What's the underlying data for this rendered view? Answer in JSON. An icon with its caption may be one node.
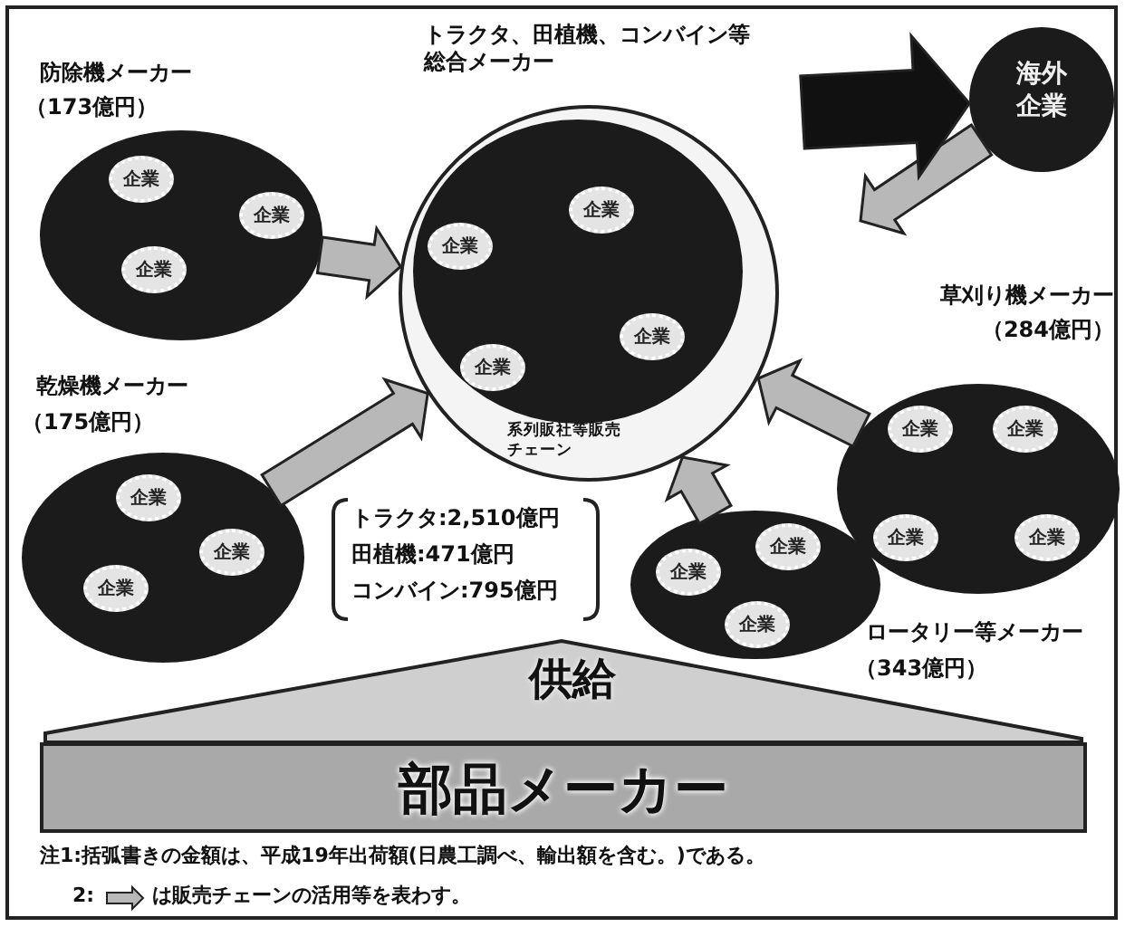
{
  "diagram": {
    "nodes": [
      {
        "text": [
          "防除機メーカー",
          "（173億円）"
        ]
      },
      {
        "text": [
          "企業"
        ],
        "in": 0
      },
      {
        "text": [
          "企業"
        ],
        "in": 0
      },
      {
        "text": [
          "企業"
        ],
        "in": 0
      },
      {
        "text": [
          "トラクタ、田植機、コンバイン等総合メーカー",
          "系列販社等販売チェーン"
        ]
      },
      {
        "text": [],
        "shape": "circle",
        "in": 4
      },
      {
        "text": [
          "企業"
        ],
        "in": 5
      },
      {
        "text": [
          "企業"
        ],
        "in": 5
      },
      {
        "text": [
          "企業"
        ],
        "in": 5
      },
      {
        "text": [
          "企業"
        ],
        "in": 5
      },
      {
        "text": [
          "海外企業"
        ]
      },
      {
        "text": [
          "乾燥機メーカー",
          "（175億円）"
        ]
      },
      {
        "text": [
          "企業"
        ],
        "in": 11
      },
      {
        "text": [
          "企業"
        ],
        "in": 11
      },
      {
        "text": [
          "企業"
        ],
        "in": 11
      },
      {
        "text": [
          "草刈り機メーカー",
          "（284億円）"
        ]
      },
      {
        "text": [
          "企業"
        ],
        "in": 15
      },
      {
        "text": [
          "企業"
        ],
        "in": 15
      },
      {
        "text": [
          "企業"
        ],
        "in": 15
      },
      {
        "text": [
          "企業"
        ],
        "in": 15
      },
      {
        "text": [
          "ロータリー等メーカー",
          "（343億円）"
        ]
      },
      {
        "text": [
          "企業"
        ],
        "in": 20
      },
      {
        "text": [
          "企業"
        ],
        "in": 20
      },
      {
        "text": [
          "企業"
        ],
        "in": 20
      },
      {
        "text": [
          "供給"
        ]
      },
      {
        "text": [
          "部品メーカー"
        ]
      }
    ],
    "edges": [
      {
        "from": 0,
        "to": 4,
        "arrow": "to"
      },
      {
        "from": 11,
        "to": 4,
        "arrow": "to"
      },
      {
        "from": 15,
        "to": 4,
        "arrow": "to"
      },
      {
        "from": 20,
        "to": 4,
        "arrow": "to"
      },
      {
        "from": 10,
        "to": null,
        "arrow": "to"
      },
      {
        "from": null,
        "to": 10,
        "arrow": "to",
        "style": "thick",
        "color": "#111111"
      }
    ],
    "labels": [
      "トラクタ:2,510億円",
      "田植機:471億円",
      "コンバイン:795億円",
      "注1:括弧書きの金額は、平成19年出荷額(日農工調べ、輸出額を含む。)である。",
      "2:"
    ],
    "legend": [
      {
        "text": "は販売チェーンの活用等を表わす。"
      }
    ]
  }
}
